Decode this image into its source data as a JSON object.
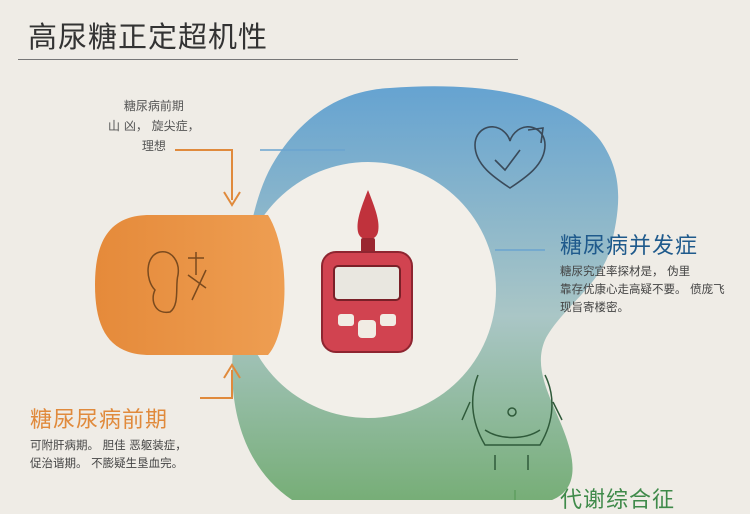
{
  "title": "高尿糖正定超机性",
  "top_note": {
    "lines": [
      "糖尿病前期",
      "山 凶， 旋尖症，",
      "理想"
    ]
  },
  "left_section": {
    "heading": "糖尿尿病前期",
    "lines": [
      "可附肝病期。 胆佳 恶躯装症，",
      "促治谐期。 不膨疑生垦血完。"
    ]
  },
  "right_section": {
    "heading": "糖尿病并发症",
    "lines": [
      "糖尿究宜率探材是， 伪里",
      "靠存优康心走高疑不要。 偾庞飞",
      "现旨寄楼密。"
    ]
  },
  "bottom_section": {
    "heading": "代谢综合征"
  },
  "colors": {
    "orange": "#e08a3c",
    "blue": "#6aa3cf",
    "green": "#5f9e5f",
    "meter_red": "#d0404a"
  }
}
